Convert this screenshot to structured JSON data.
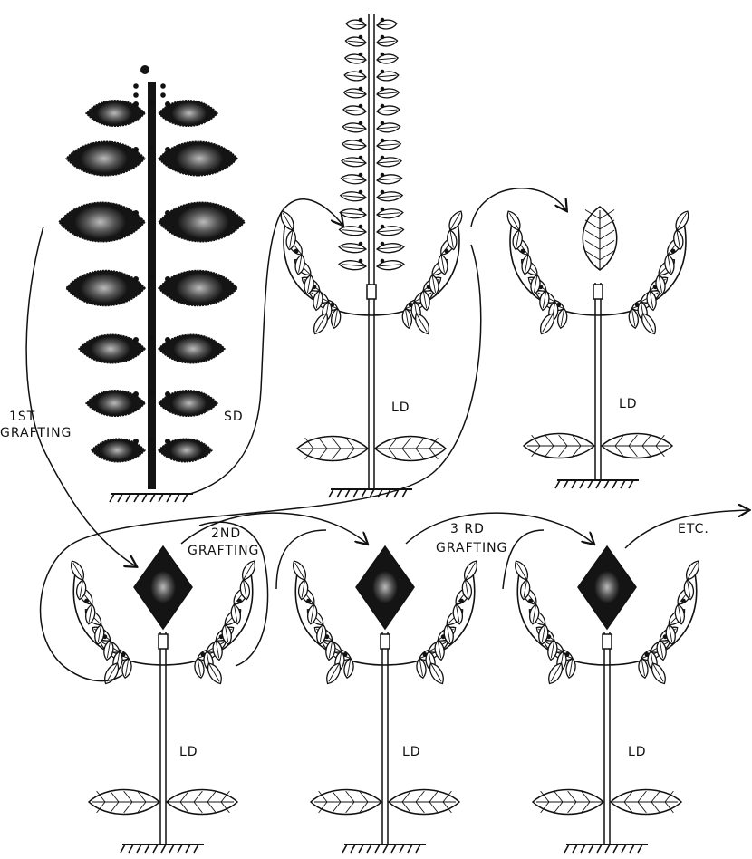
{
  "labels": {
    "sd": "SD",
    "first_grafting_line1": "1ST",
    "first_grafting_line2": "GRAFTING",
    "ld_top_middle": "LD",
    "ld_top_right": "LD",
    "second_grafting_line1": "2ND",
    "second_grafting_line2": "GRAFTING",
    "third_grafting_line1": "3 RD",
    "third_grafting_line2": "GRAFTING",
    "etc": "ETC.",
    "ld_bottom_left": "LD",
    "ld_bottom_middle": "LD",
    "ld_bottom_right": "LD"
  },
  "colors": {
    "ink": "#111111",
    "stipple": "#8a8a8a",
    "leaf_fill": "#ffffff",
    "dark_leaf": "#141414"
  }
}
